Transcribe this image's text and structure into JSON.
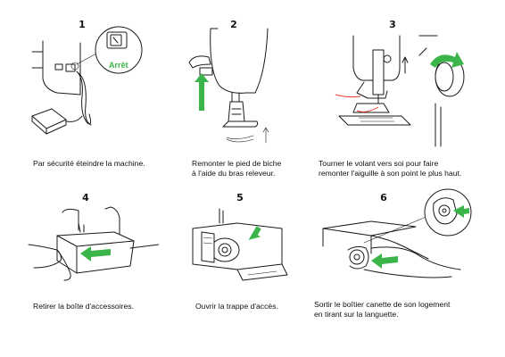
{
  "steps": [
    {
      "number": "1",
      "caption": [
        "Par sécurité éteindre la machine."
      ],
      "callout_label": "Arrêt"
    },
    {
      "number": "2",
      "caption": [
        "Remonter le pied de biche",
        "à l'aide du bras releveur."
      ]
    },
    {
      "number": "3",
      "caption": [
        "Tourner le volant vers soi pour faire",
        "remonter l'aiguille à son point le plus haut."
      ]
    },
    {
      "number": "4",
      "caption": [
        "Retirer la boîte d'accessoires."
      ]
    },
    {
      "number": "5",
      "caption": [
        "Ouvrir la trappe d'accès."
      ]
    },
    {
      "number": "6",
      "caption": [
        "Sortir le boîtier canette de son logement",
        "en tirant sur la languette."
      ]
    }
  ],
  "colors": {
    "accent_green": "#3bb54a",
    "thread_red": "#e53a2f",
    "line": "#1a1a1a"
  }
}
